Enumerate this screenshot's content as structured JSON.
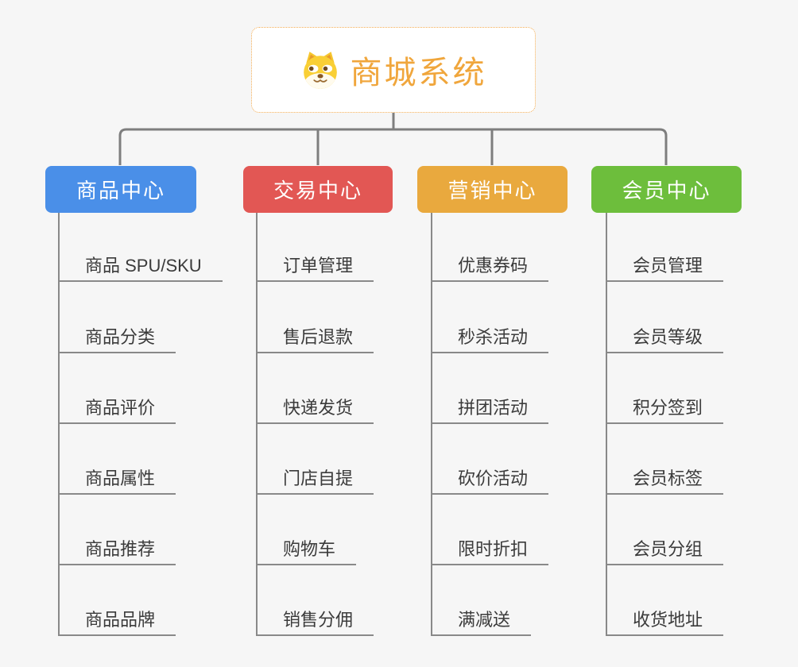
{
  "canvas": {
    "background": "#f6f6f6",
    "connector_color": "#7e7e7e",
    "branch_line_color": "#898989",
    "leaf_text_color": "#3b3b3b"
  },
  "root": {
    "label": "商城系统",
    "icon": "dog-face-icon",
    "text_color": "#f0a63c",
    "border_color": "#f3ac52",
    "background": "#ffffff"
  },
  "branches": [
    {
      "label": "商品中心",
      "color": "#4a8fe8",
      "items": [
        "商品 SPU/SKU",
        "商品分类",
        "商品评价",
        "商品属性",
        "商品推荐",
        "商品品牌"
      ]
    },
    {
      "label": "交易中心",
      "color": "#e25754",
      "items": [
        "订单管理",
        "售后退款",
        "快递发货",
        "门店自提",
        "购物车",
        "销售分佣"
      ]
    },
    {
      "label": "营销中心",
      "color": "#e9a93e",
      "items": [
        "优惠券码",
        "秒杀活动",
        "拼团活动",
        "砍价活动",
        "限时折扣",
        "满减送"
      ]
    },
    {
      "label": "会员中心",
      "color": "#6dbe3c",
      "items": [
        "会员管理",
        "会员等级",
        "积分签到",
        "会员标签",
        "会员分组",
        "收货地址"
      ]
    }
  ]
}
